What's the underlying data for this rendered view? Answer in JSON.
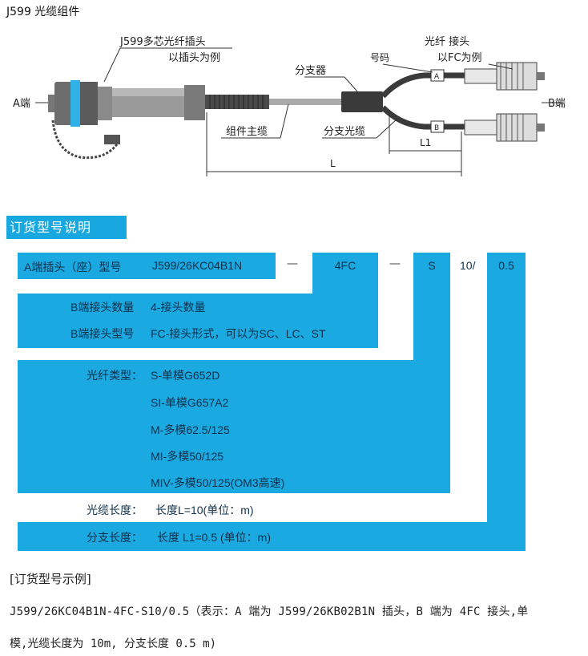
{
  "title": "J599 光缆组件",
  "diagram": {
    "connector_label_1": "J599多芯光纤插头",
    "connector_label_2": "以插头为例",
    "fiber_label_1": "光纤 接头",
    "fiber_label_2": "以FC为例",
    "number_label": "号码",
    "splitter_label": "分支器",
    "main_cable_label": "组件主缆",
    "branch_cable_label": "分支光缆",
    "end_a": "A端",
    "end_b": "B端",
    "tag_a": "A",
    "tag_b": "B",
    "dim_l1": "L1",
    "dim_l": "L"
  },
  "order_section": {
    "header": "订货型号说明",
    "row_a": {
      "label": "A端插头（座）型号",
      "value": "J599/26KC04B1N",
      "dash1": "—",
      "connector": "4FC",
      "dash2": "—",
      "fiber": "S",
      "length": "10/",
      "branch": "0.5"
    },
    "b_count": {
      "label": "B端接头数量",
      "value": "4-接头数量"
    },
    "b_type": {
      "label": "B端接头型号",
      "value": "FC-接头形式，可以为SC、LC、ST"
    },
    "fiber_type": {
      "label": "光纤类型：",
      "options": [
        "S-单模G652D",
        "SI-单模G657A2",
        "M-多模62.5/125",
        "MI-多模50/125",
        "MIV-多模50/125(OM3高速)"
      ]
    },
    "cable_length": {
      "label": "光缆长度：",
      "value": "长度L=10(单位：m)"
    },
    "branch_length": {
      "label": "分支长度：",
      "value": "长度 L1=0.5 (单位：m)"
    }
  },
  "example": {
    "heading": "[订货型号示例]",
    "line1": "J599/26KC04B1N-4FC-S10/0.5（表示：A 端为 J599/26KB02B1N 插头，B 端为 4FC 接头,单",
    "line2": "模,光缆长度为 10m, 分支长度 0.5 m)"
  },
  "colors": {
    "accent": "#1aa9e1",
    "header_bg": "#19a7df"
  }
}
